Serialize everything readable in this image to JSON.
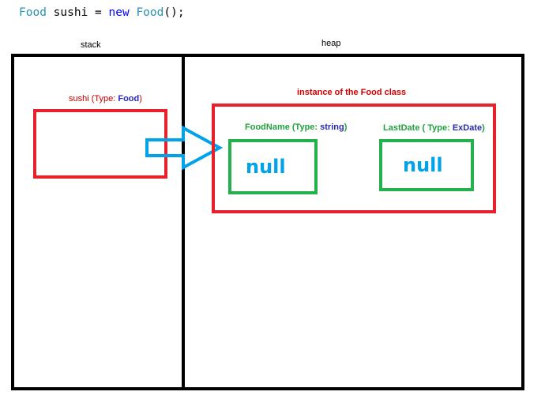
{
  "code": {
    "type_name": "Food",
    "var_name": " sushi = ",
    "new_kw": "new",
    "ctor_name": "Food",
    "tail": "();"
  },
  "regions": {
    "stack_label": "stack",
    "heap_label": "heap"
  },
  "stack_var": {
    "name": "sushi (Type: ",
    "type": "Food",
    "close": ")"
  },
  "instance": {
    "title": "instance of the Food class",
    "fields": [
      {
        "name": "FoodName  (Type: ",
        "type": "string",
        "close": ")",
        "value": "null"
      },
      {
        "name": "LastDate ( Type: ",
        "type": "ExDate",
        "close": ")",
        "value": "null"
      }
    ]
  },
  "colors": {
    "red": "#e8202a",
    "green": "#22b14c",
    "arrow": "#00a2e8"
  }
}
